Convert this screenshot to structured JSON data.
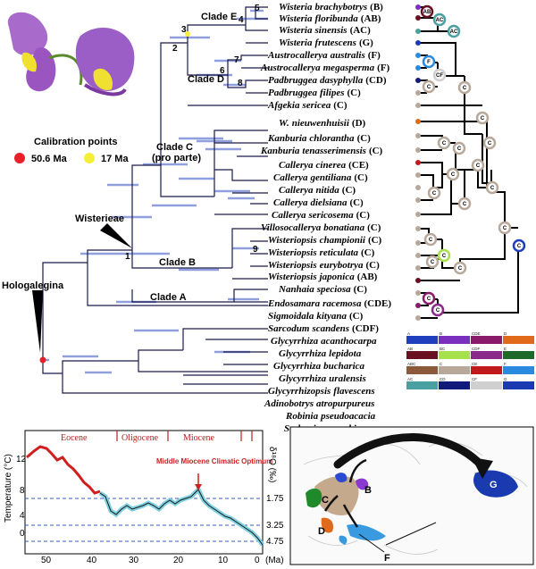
{
  "calibration": {
    "title": "Calibration points",
    "points": [
      {
        "label": "50.6 Ma",
        "color": "#e8202a"
      },
      {
        "label": "17 Ma",
        "color": "#f5ef3a"
      }
    ]
  },
  "clades": {
    "hologalegina": "Hologalegina",
    "wisterieae": "Wisterieae",
    "clade_a": "Clade A",
    "clade_b": "Clade B",
    "clade_c": "Clade C",
    "clade_c_note": "(pro parte)",
    "clade_d": "Clade D",
    "clade_e": "Clade E"
  },
  "node_numbers": [
    "1",
    "2",
    "3",
    "4",
    "5",
    "6",
    "7",
    "8",
    "9"
  ],
  "taxa": [
    {
      "genus": "Wisteria",
      "epithet": "brachybotrys",
      "area": "(B)"
    },
    {
      "genus": "Wisteria",
      "epithet": "floribunda",
      "area": "(AB)"
    },
    {
      "genus": "Wisteria",
      "epithet": "sinensis",
      "area": "(AC)"
    },
    {
      "genus": "Wisteria",
      "epithet": "frutescens",
      "area": "(G)"
    },
    {
      "genus": "Austrocallerya",
      "epithet": "australis",
      "area": "(F)"
    },
    {
      "genus": "Austrocallerya",
      "epithet": "megasperma",
      "area": "(F)"
    },
    {
      "genus": "Padbruggea",
      "epithet": "dasyphylla",
      "area": "(CD)"
    },
    {
      "genus": "Padbruggea",
      "epithet": "filipes",
      "area": "(C)"
    },
    {
      "genus": "Afgekia",
      "epithet": "sericea",
      "area": "(C)"
    },
    {
      "genus": "W.",
      "epithet": "nieuwenhuisii",
      "area": "(D)"
    },
    {
      "genus": "Kanburia",
      "epithet": "chlorantha",
      "area": "(C)"
    },
    {
      "genus": "Kanburia",
      "epithet": "tenasserimensis",
      "area": "(C)"
    },
    {
      "genus": "Callerya",
      "epithet": "cinerea",
      "area": "(CE)"
    },
    {
      "genus": "Callerya",
      "epithet": "gentiliana",
      "area": "(C)"
    },
    {
      "genus": "Callerya",
      "epithet": "nitida",
      "area": "(C)"
    },
    {
      "genus": "Callerya",
      "epithet": "dielsiana",
      "area": "(C)"
    },
    {
      "genus": "Callerya",
      "epithet": "sericosema",
      "area": "(C)"
    },
    {
      "genus": "Villosocallerya",
      "epithet": "bonatiana",
      "area": "(C)"
    },
    {
      "genus": "Wisteriopsis",
      "epithet": "championii",
      "area": "(C)"
    },
    {
      "genus": "Wisteriopsis",
      "epithet": "reticulata",
      "area": "(C)"
    },
    {
      "genus": "Wisteriopsis",
      "epithet": "eurybotrya",
      "area": "(C)"
    },
    {
      "genus": "Wisteriopsis",
      "epithet": "japonica",
      "area": "(AB)"
    },
    {
      "genus": "Nanhaia",
      "epithet": "speciosa",
      "area": "(C)"
    },
    {
      "genus": "Endosamara",
      "epithet": "racemosa",
      "area": "(CDE)"
    },
    {
      "genus": "Sigmoidala",
      "epithet": "kityana",
      "area": "(C)"
    },
    {
      "genus": "Sarcodum",
      "epithet": "scandens",
      "area": "(CDF)"
    },
    {
      "genus": "Glycyrrhiza",
      "epithet": "acanthocarpa",
      "area": ""
    },
    {
      "genus": "Glycyrrhiza",
      "epithet": "lepidota",
      "area": ""
    },
    {
      "genus": "Glycyrrhiza",
      "epithet": "bucharica",
      "area": ""
    },
    {
      "genus": "Glycyrrhiza",
      "epithet": "uralensis",
      "area": ""
    },
    {
      "genus": "Glycyrrhizopsis",
      "epithet": "flavescens",
      "area": ""
    },
    {
      "genus": "Adinobotrys",
      "epithet": "atropurpureus",
      "area": ""
    },
    {
      "genus": "Robinia",
      "epithet": "pseudoacacia",
      "area": ""
    },
    {
      "genus": "Sesbania",
      "epithet": "cannabina",
      "area": ""
    }
  ],
  "area_legend": [
    {
      "code": "A",
      "color": "#1f3fbf"
    },
    {
      "code": "B",
      "color": "#7b2fbf"
    },
    {
      "code": "CDE",
      "color": "#8a1a6a"
    },
    {
      "code": "D",
      "color": "#e06a1a"
    },
    {
      "code": "AB",
      "color": "#6a0f1f"
    },
    {
      "code": "BC",
      "color": "#a6e04a"
    },
    {
      "code": "CDF",
      "color": "#8a2a8a"
    },
    {
      "code": "E",
      "color": "#1f6a2a"
    },
    {
      "code": "ABC",
      "color": "#8a5a3a"
    },
    {
      "code": "C",
      "color": "#b8a89a"
    },
    {
      "code": "CE",
      "color": "#c01a1a"
    },
    {
      "code": "F",
      "color": "#2a8ae0"
    },
    {
      "code": "AC",
      "color": "#4aa0a0"
    },
    {
      "code": "CD",
      "color": "#0f1a7a"
    },
    {
      "code": "CF",
      "color": "#d0d0d0"
    },
    {
      "code": "G",
      "color": "#1a3ab0"
    }
  ],
  "climate": {
    "epochs": [
      "Eocene",
      "Oligocene",
      "Miocene"
    ],
    "annotation": "Middle Miocene Climatic Optimum",
    "ylabel_left": "Temperature (°C)",
    "ylabel_right": "δ¹⁸O (‰)",
    "xunit": "(Ma)",
    "yticks_left": [
      "12",
      "8",
      "4",
      "0"
    ],
    "xticks": [
      "50",
      "40",
      "30",
      "20",
      "10",
      "0"
    ],
    "yticks_right": [
      "1.75",
      "3.25",
      "4.75"
    ]
  },
  "map": {
    "areas": [
      "B",
      "C",
      "D",
      "F",
      "G"
    ]
  }
}
